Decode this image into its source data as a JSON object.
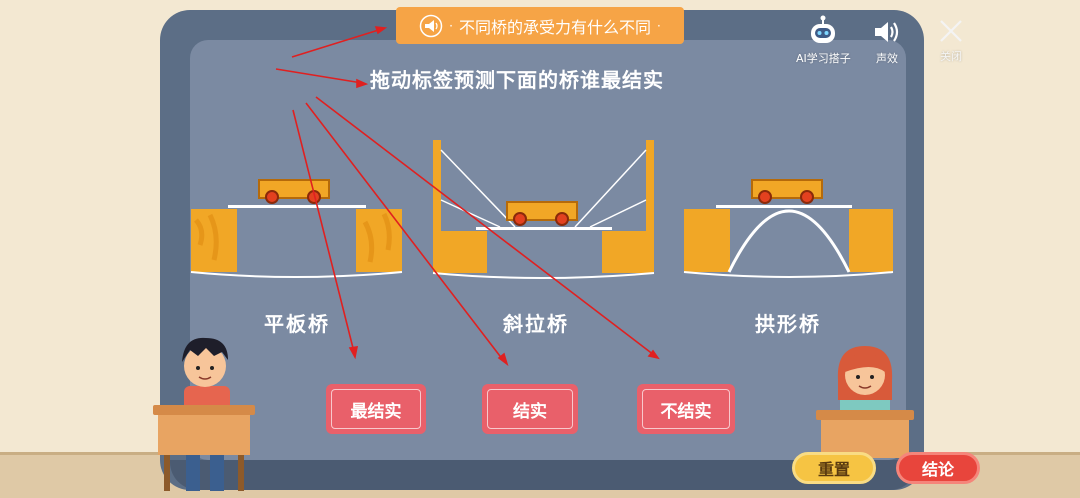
{
  "banner": {
    "title": "不同桥的承受力有什么不同"
  },
  "toolbar": {
    "ai_label": "AI学习搭子",
    "sound_label": "声效",
    "close_label": "关闭"
  },
  "instruction": "拖动标签预测下面的桥谁最结实",
  "bridges": [
    {
      "label": "平板桥"
    },
    {
      "label": "斜拉桥"
    },
    {
      "label": "拱形桥"
    }
  ],
  "tags": [
    {
      "label": "最结实"
    },
    {
      "label": "结实"
    },
    {
      "label": "不结实"
    }
  ],
  "buttons": {
    "reset": "重置",
    "conclude": "结论"
  },
  "colors": {
    "banner": "#f6a446",
    "board": "#7b8aa2",
    "tag": "#e9606a",
    "pillar": "#f1a726",
    "reset": "#f6c443",
    "conclude": "#e8453c",
    "arrow": "#e02020"
  }
}
